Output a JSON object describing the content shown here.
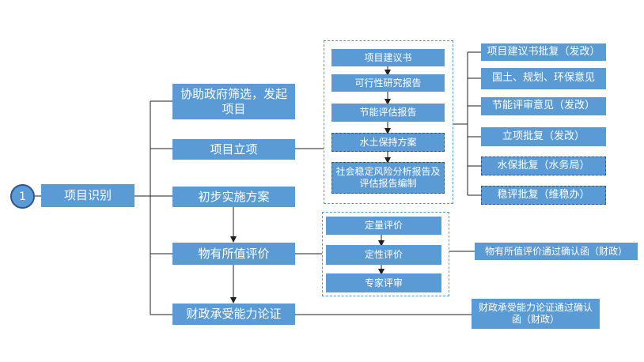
{
  "colors": {
    "box_fill": "#5b9bd5",
    "dashed_border": "#2f5597",
    "connector": "#1f1f1f"
  },
  "start_circle": "1",
  "root": "项目识别",
  "left_steps": [
    "协助政府筛选，发起项目",
    "项目立项",
    "初步实施方案",
    "物有所值评价",
    "财政承受能力论证"
  ],
  "project_docs": [
    "项目建议书",
    "可行性研究报告",
    "节能评估报告",
    "水土保持方案",
    "社会稳定风险分析报告及评估报告编制"
  ],
  "approvals": [
    "项目建议书批复（发改）",
    "国土、规划、环保意见",
    "节能评审意见（发改）",
    "立项批复（发改）",
    "水保批复（水务局）",
    "稳评批复（维稳办）"
  ],
  "vfm_steps": [
    "定量评价",
    "定性评价",
    "专家评审"
  ],
  "vfm_result": "物有所值评价通过确认函（财政）",
  "fiscal_result": "财政承受能力论证通过确认函（财政）"
}
